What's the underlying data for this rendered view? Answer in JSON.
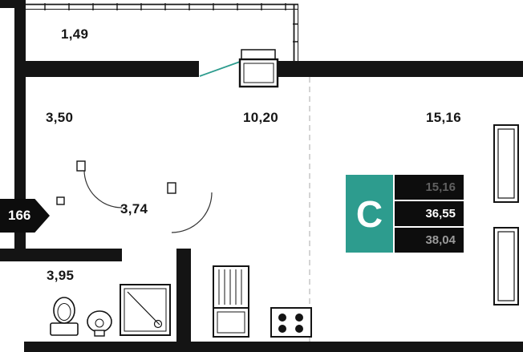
{
  "meta": {
    "wall_color": "#141414",
    "line_color": "#1a1a1a",
    "accent_color": "#2D9C8E",
    "dash_color": "#bdbdbd"
  },
  "labels": {
    "balcony_width": "1,49",
    "hall_width": "3,50",
    "kitchen_area": "10,20",
    "living_area": "15,16",
    "hall_area": "3,74",
    "bathroom_area": "3,95"
  },
  "unit_badge": {
    "number": "166"
  },
  "area_card": {
    "letter": "C",
    "rows": [
      {
        "value": "15,16",
        "color": "#606060"
      },
      {
        "value": "36,55",
        "color": "#ffffff"
      },
      {
        "value": "38,04",
        "color": "#9a9a9a"
      }
    ]
  }
}
